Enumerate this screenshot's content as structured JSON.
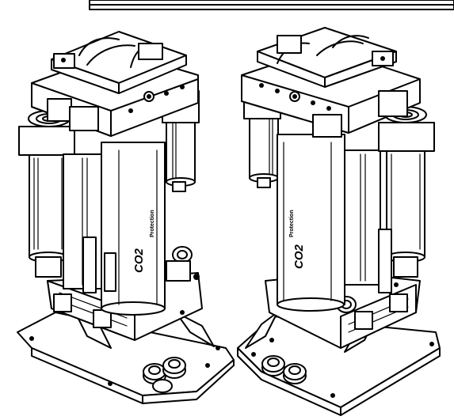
{
  "figure": {
    "left_unit": {
      "brand_label": "CO2",
      "brand_word": "Protection"
    },
    "right_unit": {
      "brand_label": "CO2",
      "brand_word": "Protection"
    },
    "colors": {
      "ink": "#000000",
      "paper": "#ffffff"
    }
  }
}
